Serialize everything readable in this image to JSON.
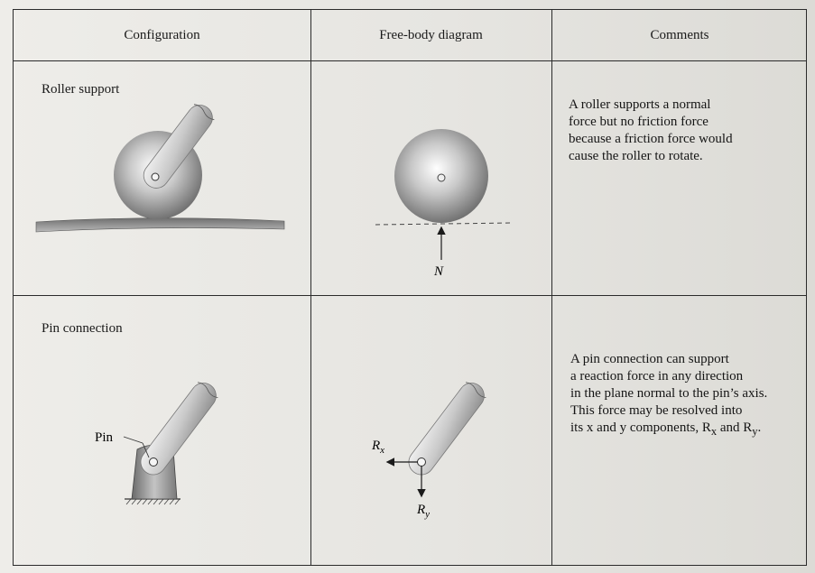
{
  "table": {
    "headers": [
      "Configuration",
      "Free-body diagram",
      "Comments"
    ],
    "rows": [
      {
        "config_label": "Roller support",
        "comment_lines": [
          "A roller supports a normal",
          "force but no friction force",
          "because a friction force would",
          "cause the roller to rotate."
        ],
        "fbd_labels": {
          "normal": "N"
        }
      },
      {
        "config_label": "Pin connection",
        "pin_label": "Pin",
        "comment_lines": [
          "A pin connection can support",
          "a reaction force in any direction",
          "in the plane normal to the pin’s axis.",
          "This force may be resolved into"
        ],
        "comment_last_line": {
          "before": "its x and y components, R",
          "sub1": "x",
          "mid": " and R",
          "sub2": "y",
          "after": "."
        },
        "fbd_labels": {
          "rx_base": "R",
          "rx_sub": "x",
          "ry_base": "R",
          "ry_sub": "y"
        }
      }
    ]
  }
}
